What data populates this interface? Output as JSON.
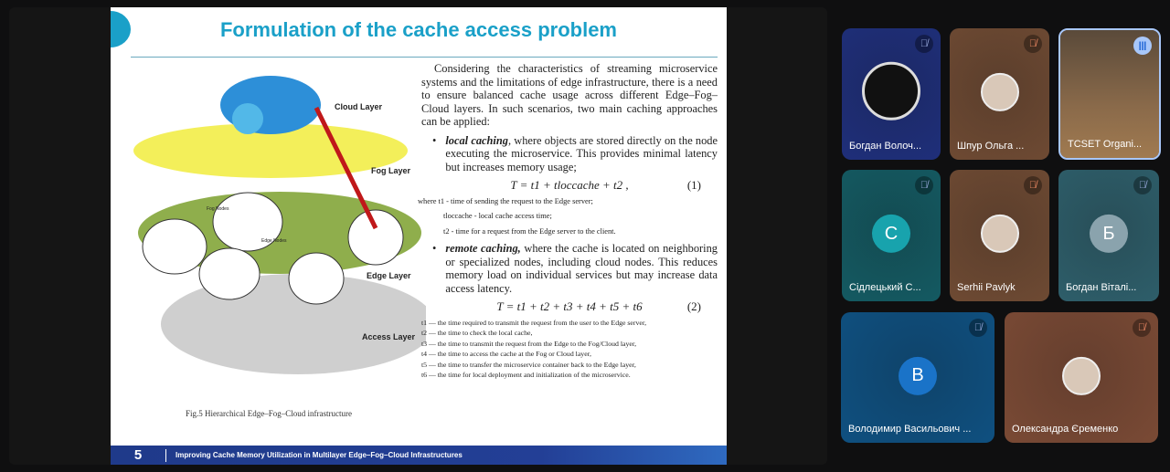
{
  "slide": {
    "title": "Formulation of the cache access problem",
    "intro": "Considering the characteristics of streaming microservice systems and the limitations of edge infrastructure, there is a need to ensure balanced cache usage across different Edge–Fog–Cloud layers. In such scenarios, two main caching approaches can be applied:",
    "local_term": "local caching",
    "local_text": ", where objects are stored directly on the node executing the microservice. This provides minimal latency but increases memory usage;",
    "eq1": "T = t1 + tloccache + t2 ,",
    "eq1_num": "(1)",
    "where": [
      "where  t1 - time of sending the request to the Edge server;",
      "tloccache  - local cache access time;",
      "t2 - time for a request from the Edge server to the client."
    ],
    "remote_term": "remote caching,",
    "remote_text": " where the cache is located on neighboring or specialized nodes, including cloud nodes. This reduces memory load on individual services but may increase data access latency.",
    "eq2": "T = t1 + t2 + t3 + t4 + t5 + t6",
    "eq2_num": "(2)",
    "defs": [
      "t1 — the time required to transmit the request from the user to the Edge server,",
      "t2 — the time to check the local cache,",
      "t3 — the time to transmit the request from the Edge to the Fog/Cloud layer,",
      "t4 — the time to access the cache at the Fog or Cloud layer,",
      "t5 — the time to transfer the microservice container back to the Edge layer,",
      "t6 — the time for local deployment and initialization of the microservice."
    ],
    "figure": {
      "cloud": "Cloud Layer",
      "fog": "Fog Layer",
      "edge": "Edge Layer",
      "access": "Access Layer",
      "fog_nodes": "Fog Nodes",
      "edge_nodes": "Edge Nodes"
    },
    "caption": "Fig.5 Hierarchical Edge–Fog–Cloud infrastructure",
    "page": "5",
    "footer": "Improving Cache Memory Utilization in Multilayer Edge–Fog–Cloud Infrastructures"
  },
  "participants": [
    {
      "name": "Богдан Волоч...",
      "initial": "",
      "bg": "#1f2f7a"
    },
    {
      "name": "Шпур Ольга ...",
      "initial": "",
      "bg": "#6e4a33"
    },
    {
      "name": "TCSET Organi...",
      "initial": "",
      "bg": "#6b5440"
    },
    {
      "name": "Сідлецький С...",
      "initial": "С",
      "bg": "#145a62"
    },
    {
      "name": "Serhii Pavlyk",
      "initial": "",
      "bg": "#6e4a33"
    },
    {
      "name": "Богдан Віталі...",
      "initial": "Б",
      "bg": "#2e5e6a"
    },
    {
      "name": "Володимир Васильович ...",
      "initial": "В",
      "bg": "#0f5080"
    },
    {
      "name": "Олександра Єременко",
      "initial": "",
      "bg": "#7a4a35"
    }
  ]
}
